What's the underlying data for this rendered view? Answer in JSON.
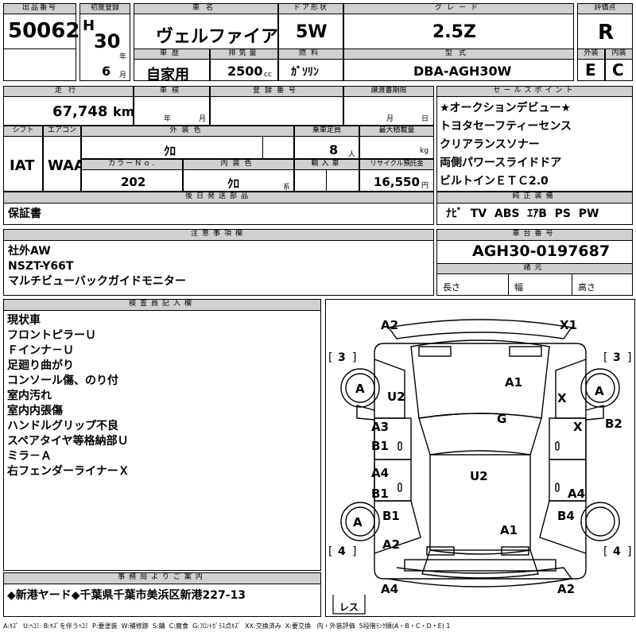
{
  "header": {
    "lot_label": "出品番号",
    "lot_number": "50062",
    "first_reg_label": "初度登録",
    "era_letter": "H",
    "year": "30",
    "year_unit": "年",
    "month": "6",
    "month_unit": "月",
    "car_name_label": "車名",
    "car_name": "ヴェルファイア",
    "door_label": "ドア形状",
    "door": "5W",
    "grade_label": "グレード",
    "grade": "2.5Z",
    "score_label": "評価点",
    "score": "R",
    "history_label": "車歴",
    "history": "自家用",
    "displacement_label": "排気量",
    "displacement": "2500",
    "displacement_unit": "cc",
    "fuel_label": "燃料",
    "fuel": "ｶﾞｿﾘﾝ",
    "model_label": "型式",
    "model": "DBA-AGH30W",
    "exterior_label": "外装",
    "exterior": "E",
    "interior_label": "内装",
    "interior": "C"
  },
  "row2": {
    "mileage_label": "走行",
    "mileage": "67,748",
    "mileage_unit": "km",
    "inspection_label": "車検",
    "year_unit": "年",
    "month_unit": "月",
    "reg_label": "登録番号",
    "transfer_label": "譲渡書期限",
    "day_unit": "日",
    "sales_label": "セールスポイント",
    "sales_points": [
      "★オークションデビュー★",
      "トヨタセーフティーセンス",
      "クリアランスソナー",
      "両側パワースライドドア",
      "ビルトインＥＴＣ2.0"
    ],
    "shift_label": "シフト",
    "shift": "IAT",
    "ac_label": "エアコン",
    "ac": "WAA",
    "ext_color_label": "外装色",
    "ext_color": "ｸﾛ",
    "capacity_label": "乗車定員",
    "capacity": "8",
    "capacity_unit": "人",
    "max_load_label": "最大積載量",
    "max_load_unit": "kg",
    "color_no_label": "カラーＮｏ.",
    "color_no": "202",
    "int_color_label": "内装色",
    "int_color": "ｸﾛ",
    "int_color_unit": "系",
    "import_label": "輸入車",
    "recycle_label": "リサイクル預託金",
    "recycle": "16,550",
    "recycle_unit": "円"
  },
  "later": {
    "label": "後日発送部品",
    "value": "保証書"
  },
  "equipment": {
    "label": "純正装備",
    "value": "ﾅﾋﾞ  TV  ABS  ｴｱB  PS  PW"
  },
  "notes": {
    "label": "注意事項欄",
    "lines": [
      "社外AW",
      "NSZT-Y66T",
      "マルチビューバックガイドモニター"
    ]
  },
  "chassis": {
    "label": "車台番号",
    "value": "AGH30-0197687",
    "spec_label": "諸元",
    "length_label": "長さ",
    "width_label": "幅",
    "height_label": "高さ"
  },
  "inspector": {
    "label": "検査員記入欄",
    "lines": [
      "現状車",
      "フロントピラーＵ",
      "Ｆインナ－Ｕ",
      "足廻り曲がり",
      "コンソール傷、のり付",
      "室内汚れ",
      "室内内張傷",
      "ハンドルグリップ不良",
      "スペアタイヤ等格納部Ｕ",
      "ミラ－Ａ",
      "右フェンダーライナーＸ"
    ]
  },
  "office": {
    "label": "事務局よりご案内",
    "value": "◆新港ヤード◆千葉県千葉市美浜区新港227-13"
  },
  "diagram": {
    "marks": [
      {
        "id": "tl",
        "text": "A2"
      },
      {
        "id": "tr",
        "text": "X1"
      },
      {
        "id": "lf_u2",
        "text": "U2"
      },
      {
        "id": "hood_a1",
        "text": "A1"
      },
      {
        "id": "rf_x",
        "text": "X"
      },
      {
        "id": "lf_tire",
        "text": "A"
      },
      {
        "id": "rf_tire",
        "text": "A"
      },
      {
        "id": "roof_g",
        "text": "G"
      },
      {
        "id": "l_a3",
        "text": "A3"
      },
      {
        "id": "l_b1a",
        "text": "B1"
      },
      {
        "id": "r_x",
        "text": "X"
      },
      {
        "id": "r_b2",
        "text": "B2"
      },
      {
        "id": "l_a4",
        "text": "A4"
      },
      {
        "id": "l_b1b",
        "text": "B1"
      },
      {
        "id": "roof_u2",
        "text": "U2"
      },
      {
        "id": "r_a4",
        "text": "A4"
      },
      {
        "id": "lr_b1",
        "text": "B1"
      },
      {
        "id": "rr_b4",
        "text": "B4"
      },
      {
        "id": "lr_tire",
        "text": "A"
      },
      {
        "id": "trunk_a1",
        "text": "A1"
      },
      {
        "id": "lr_a2",
        "text": "A2"
      },
      {
        "id": "bl",
        "text": "A4"
      },
      {
        "id": "br",
        "text": "A2"
      }
    ],
    "tire_lf": "3",
    "tire_rf": "3",
    "tire_lr": "4",
    "tire_rr": "4",
    "spare": "レス"
  },
  "legend": "A:ｷｽﾞ  U:ﾍｺﾐ  B:ｷｽﾞを伴うﾍｺﾐ  P:要塗装  W:補修跡  S:錆  C:腐食  G:ﾌﾛﾝﾄｶﾞﾗｽ点ｷｽﾞ  XX:交換済み  X:要交換   内・外装評価  5段階ﾗﾝｸ順(A・B・C・D・E) 1"
}
